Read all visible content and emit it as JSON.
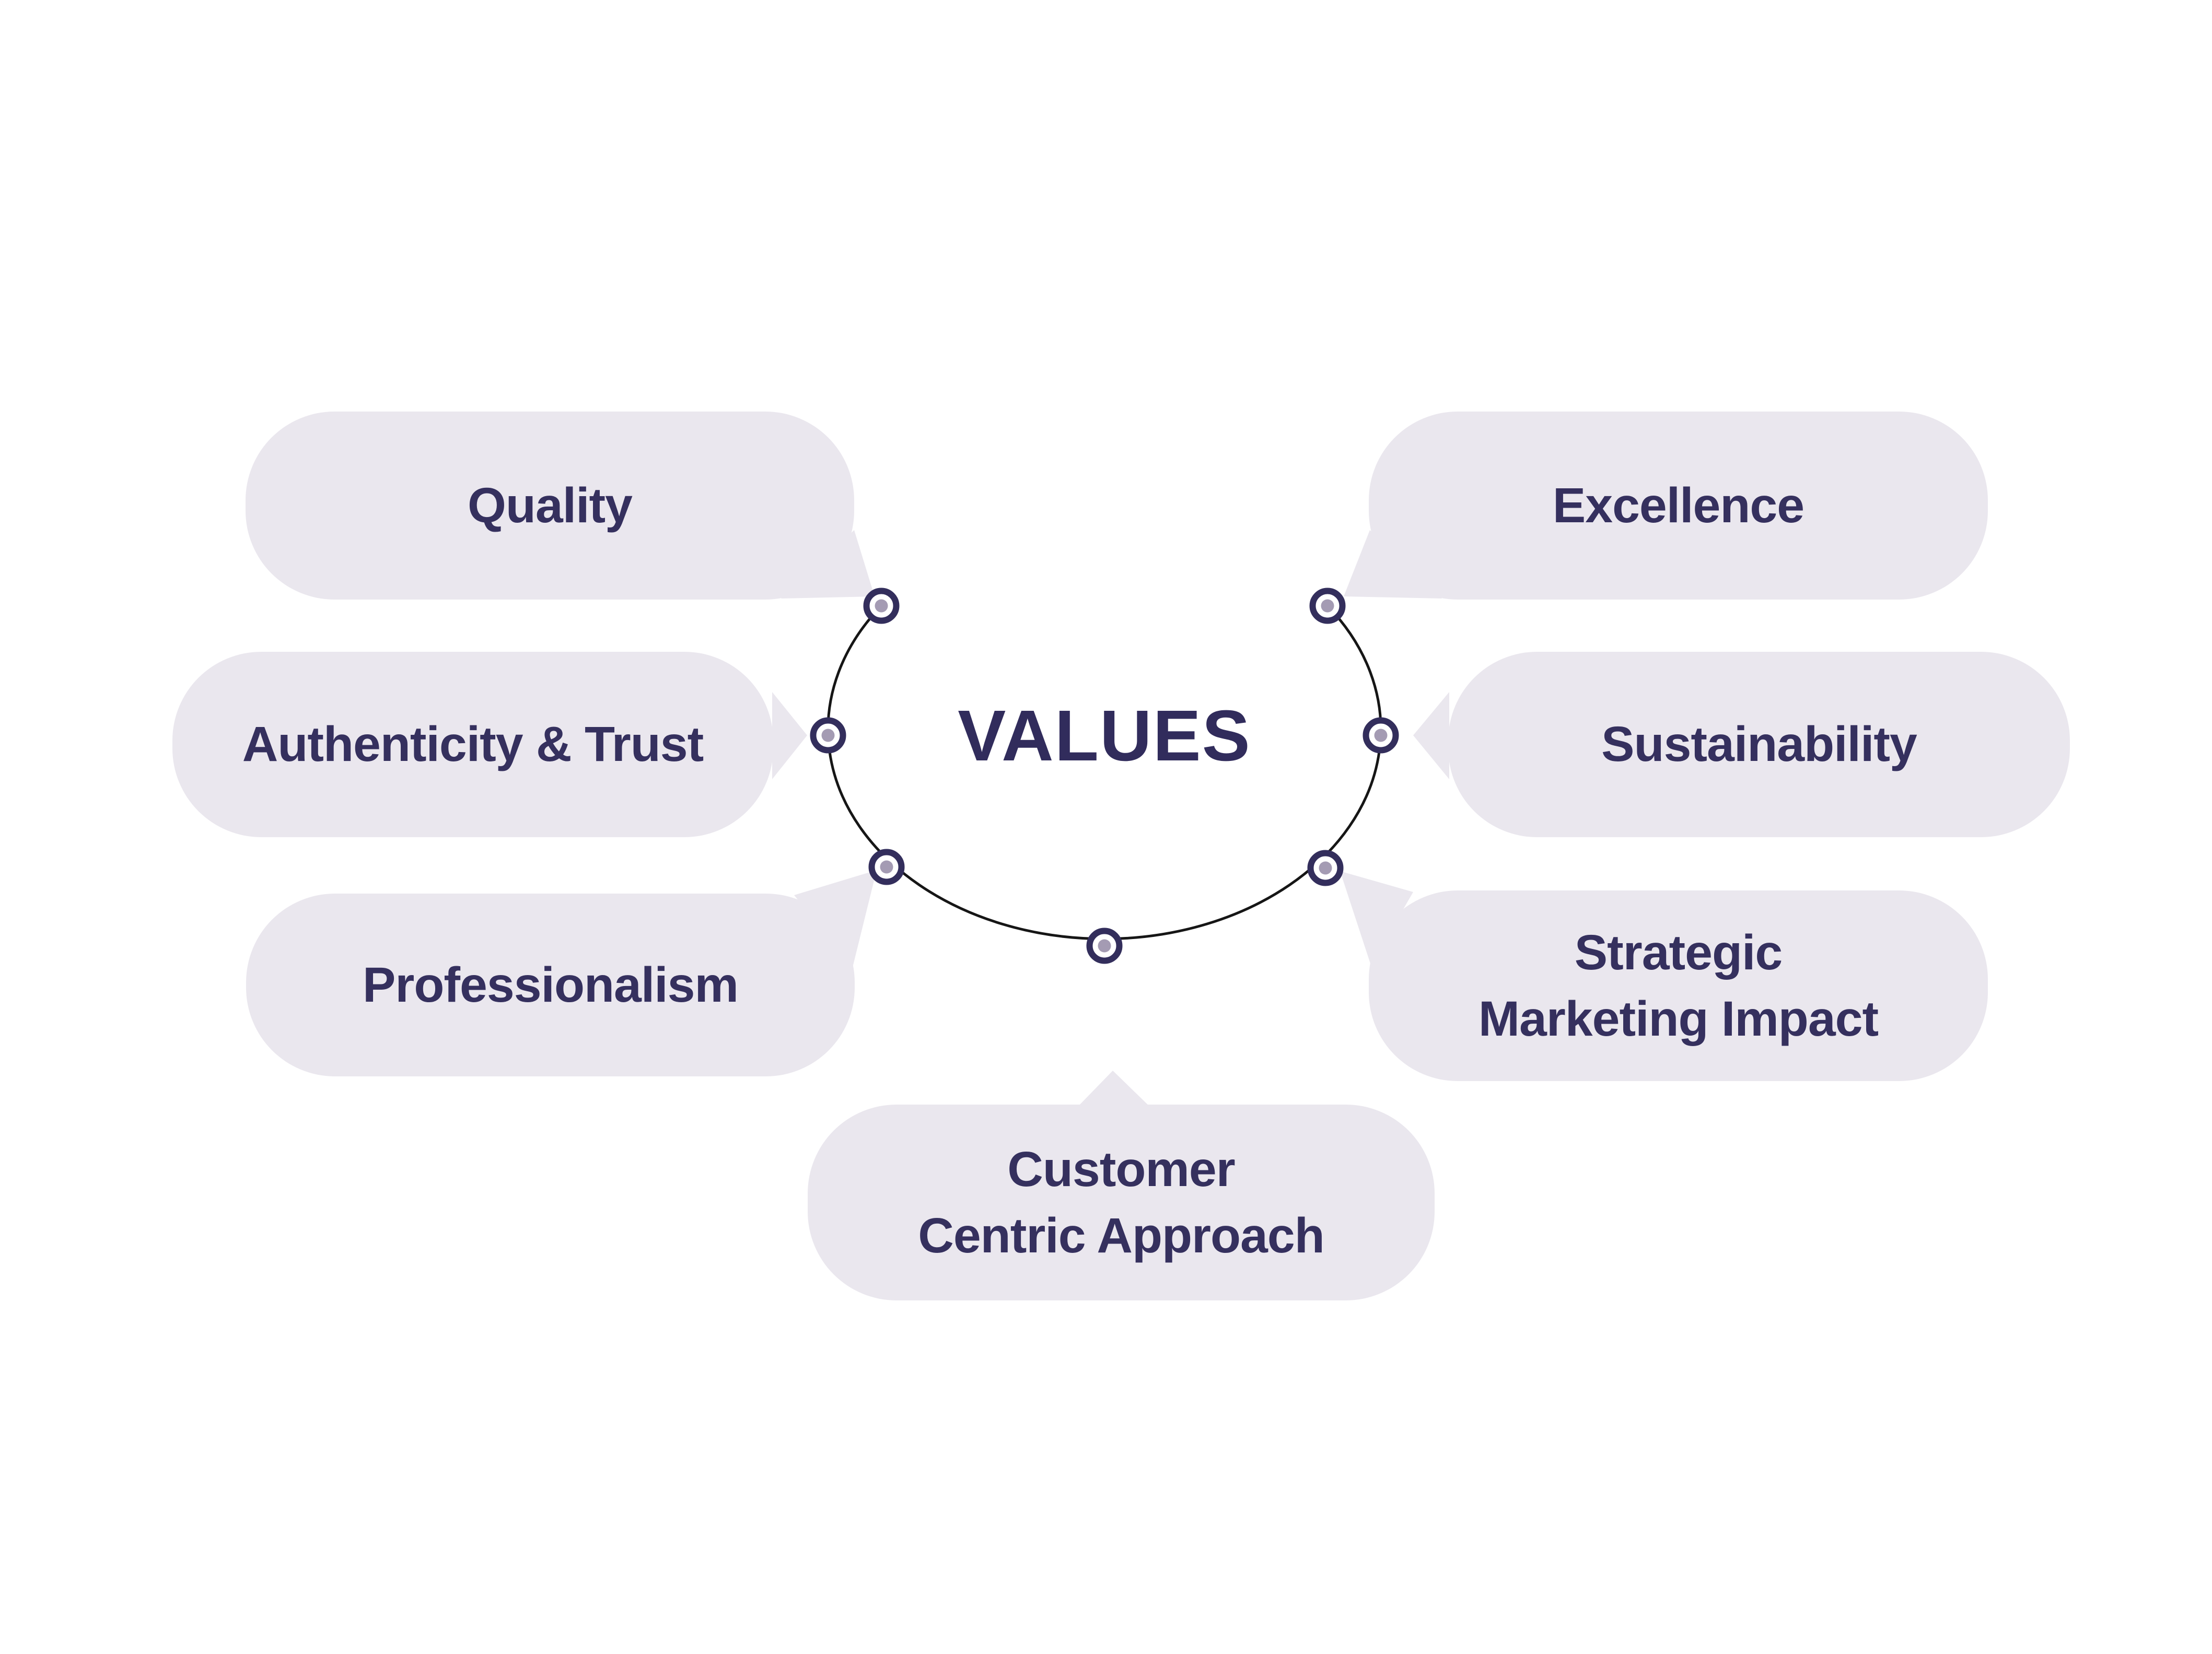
{
  "title": "VALUES",
  "bubbles": [
    {
      "name": "quality",
      "lines": [
        "Quality"
      ]
    },
    {
      "name": "excellence",
      "lines": [
        "Excellence"
      ]
    },
    {
      "name": "authenticity-trust",
      "lines": [
        "Authenticity & Trust"
      ]
    },
    {
      "name": "sustainability",
      "lines": [
        "Sustainability"
      ]
    },
    {
      "name": "professionalism",
      "lines": [
        "Professionalism"
      ]
    },
    {
      "name": "strategic-marketing-impact",
      "lines": [
        "Strategic",
        "Marketing Impact"
      ]
    },
    {
      "name": "customer-centric-approach",
      "lines": [
        "Customer",
        "Centric Approach"
      ]
    }
  ],
  "colors": {
    "background": "#FFFFFF",
    "bubble_fill": "#EAE7EE",
    "label_text": "#35305E",
    "title_text": "#312C5C",
    "arc_line": "#161616",
    "node_ring": "#332E5C",
    "node_core": "#A49BB3"
  },
  "node_count": 7
}
